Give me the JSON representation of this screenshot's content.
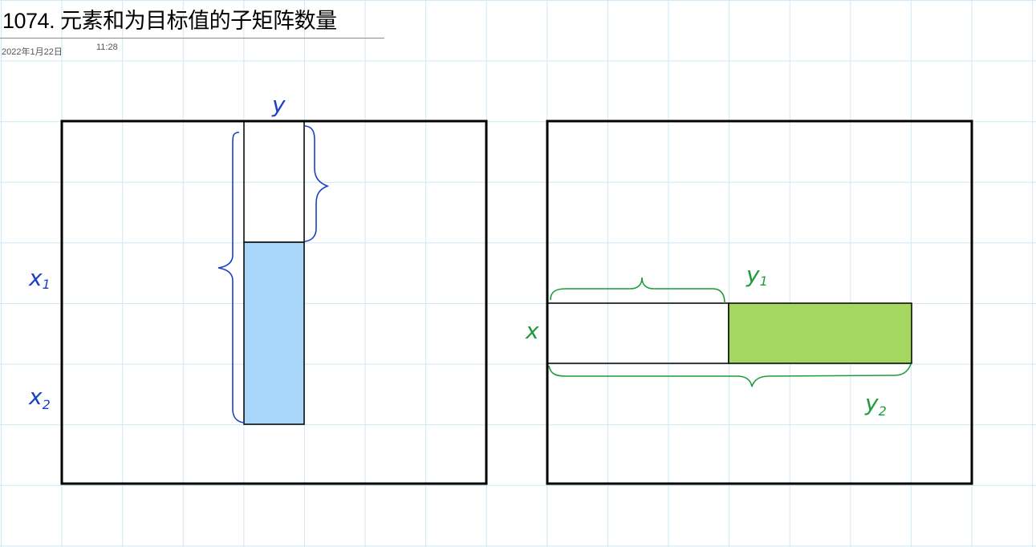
{
  "note": {
    "title": "1074. 元素和为目标值的子矩阵数量",
    "date": "2022年1月22日",
    "time": "11:28"
  },
  "colors": {
    "blue_ink": "#1a3fc4",
    "green_ink": "#1e9c3c",
    "blue_fill": "#a8d6fb",
    "green_fill": "#a3d75f",
    "grid": "#cfe8f3"
  },
  "left_diagram": {
    "label_column": "y",
    "label_row_top": "x",
    "label_row_top_sub": "1",
    "label_row_bottom": "x",
    "label_row_bottom_sub": "2"
  },
  "right_diagram": {
    "label_row": "x",
    "label_col_left": "y",
    "label_col_left_sub": "1",
    "label_col_right": "y",
    "label_col_right_sub": "2"
  }
}
